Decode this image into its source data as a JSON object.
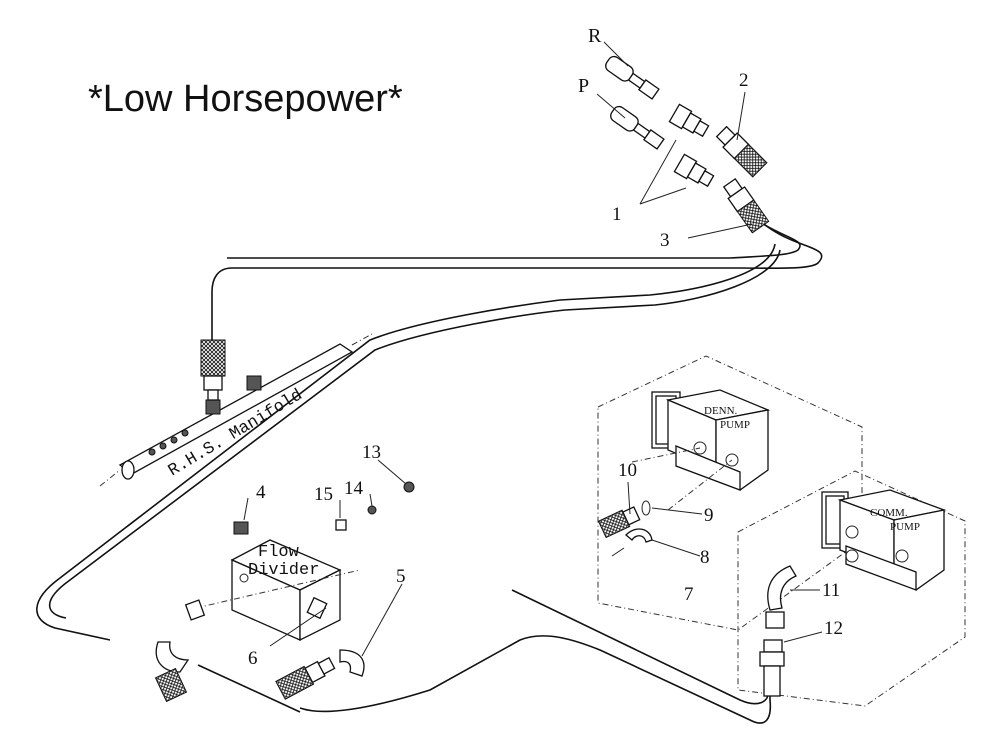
{
  "title": "*Low Horsepower*",
  "callouts": {
    "c1": "1",
    "c2": "2",
    "c3": "3",
    "c4": "4",
    "c5": "5",
    "c6": "6",
    "c7": "7",
    "c8": "8",
    "c9": "9",
    "c10": "10",
    "c11": "11",
    "c12": "12",
    "c13": "13",
    "c14": "14",
    "c15": "15"
  },
  "port_labels": {
    "r": "R",
    "p": "P"
  },
  "labels": {
    "manifold": "R.H.S. Manifold",
    "flow_divider_line1": "Flow",
    "flow_divider_line2": "Divider",
    "denn_pump_line1": "DENN.",
    "denn_pump_line2": "PUMP",
    "comm_pump_line1": "COMM.",
    "comm_pump_line2": "PUMP"
  }
}
